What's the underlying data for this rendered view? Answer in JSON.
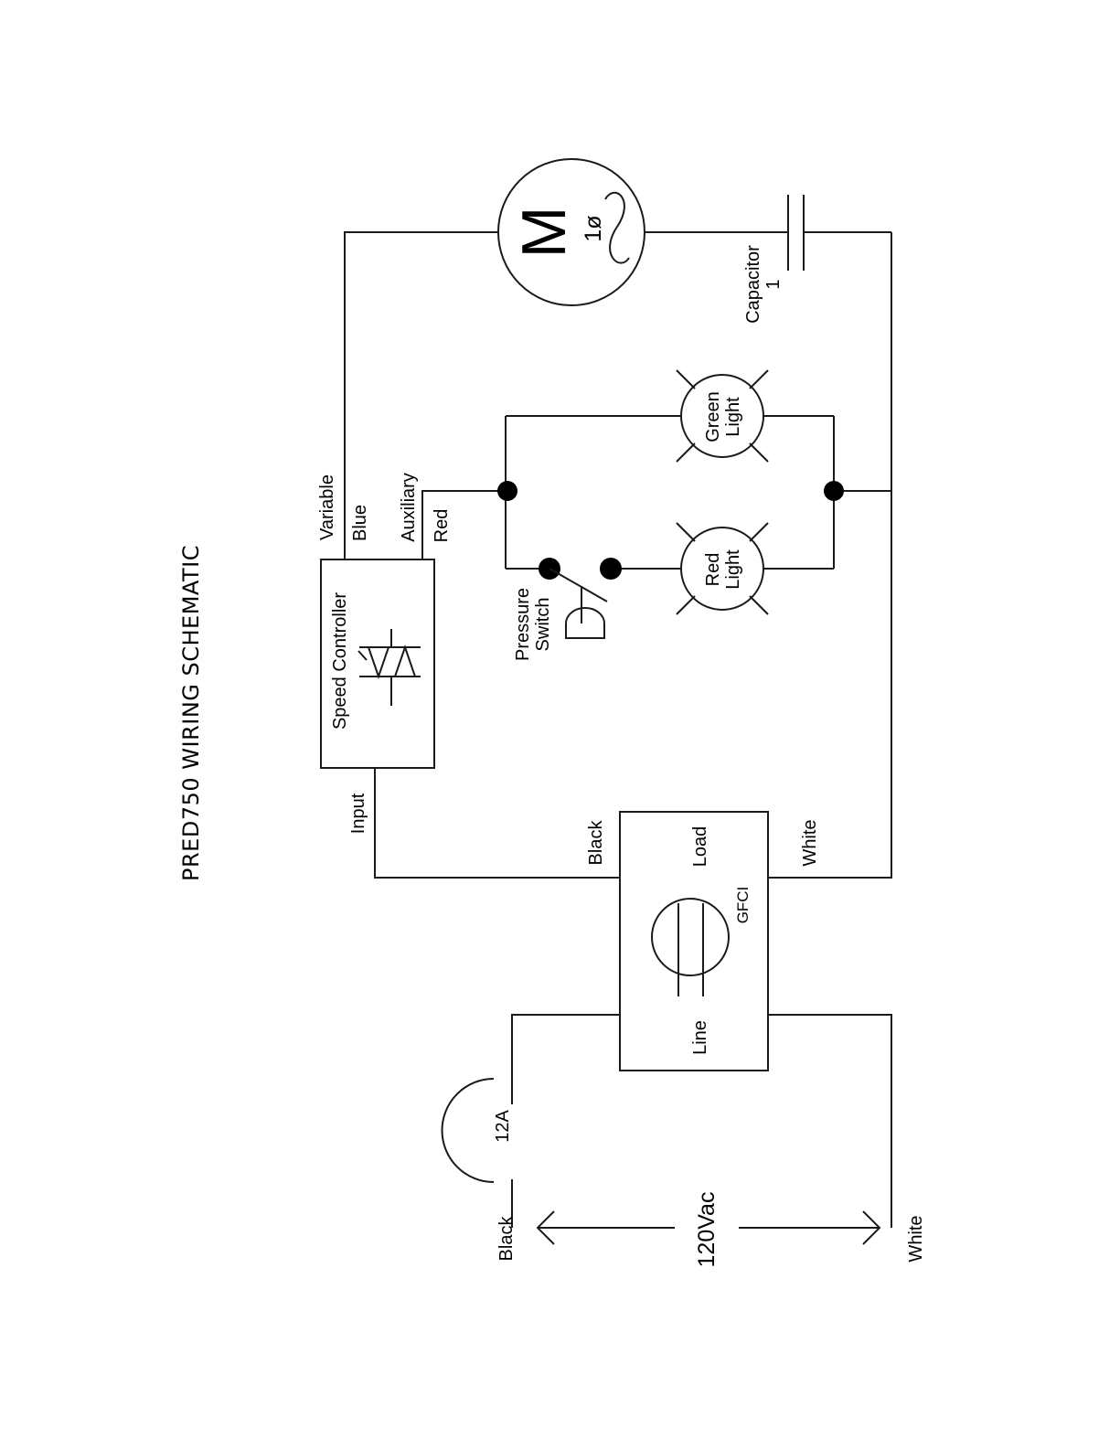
{
  "title": "PRED750 WIRING SCHEMATIC",
  "supply": {
    "hot_wire": "Black",
    "neutral_wire": "White",
    "voltage": "120Vac",
    "fuse": "12A"
  },
  "gfci": {
    "name": "GFCI",
    "line_label": "Line",
    "load_label": "Load",
    "load_hot_wire": "Black",
    "load_neutral_wire": "White"
  },
  "speed_controller": {
    "name": "Speed Controller",
    "input_label": "Input",
    "variable_label": "Variable",
    "variable_wire": "Blue",
    "auxiliary_label": "Auxiliary",
    "auxiliary_wire": "Red"
  },
  "pressure_switch": {
    "line1": "Pressure",
    "line2": "Switch"
  },
  "red_light": {
    "line1": "Red",
    "line2": "Light"
  },
  "green_light": {
    "line1": "Green",
    "line2": "Light"
  },
  "motor": {
    "symbol": "M",
    "phase": "1ø"
  },
  "capacitor": {
    "line1": "Capacitor",
    "line2": "1"
  }
}
